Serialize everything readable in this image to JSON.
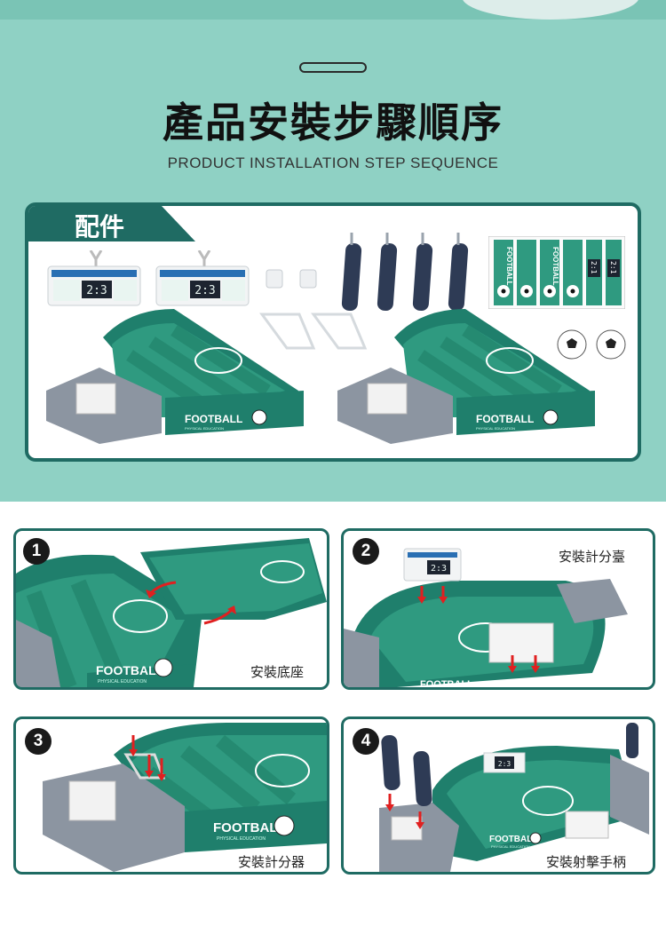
{
  "header": {
    "title_cn": "產品安裝步驟順序",
    "title_en": "PRODUCT INSTALLATION STEP SEQUENCE"
  },
  "parts": {
    "tab_label": "配件",
    "scoreboard_text": "2:3",
    "board_brand": "FOOTBALL",
    "board_sub": "PHYSICAL EDUCATION",
    "sticker_brand": "FOOTBALL",
    "sticker_score": "2:1"
  },
  "steps": [
    {
      "num": "1",
      "caption": "安裝底座",
      "brand": "FOOTBALL",
      "sub": "PHYSICAL EDUCATION"
    },
    {
      "num": "2",
      "caption": "安裝計分臺",
      "brand": "FOOTBALL",
      "score": "2:3"
    },
    {
      "num": "3",
      "caption": "安裝計分器",
      "brand": "FOOTBALL",
      "sub": "PHYSICAL EDUCATION"
    },
    {
      "num": "4",
      "caption": "安裝射擊手柄",
      "brand": "FOOTBALL",
      "sub": "PHYSICAL EDUCATION",
      "score": "2:3"
    }
  ],
  "colors": {
    "teal_bg": "#8fd1c4",
    "frame": "#1f6b63",
    "field": "#2f9a80",
    "field_dark": "#258a71",
    "rail": "#1f7f6c",
    "handle": "#2e3b55",
    "base_gray": "#8c95a1"
  }
}
